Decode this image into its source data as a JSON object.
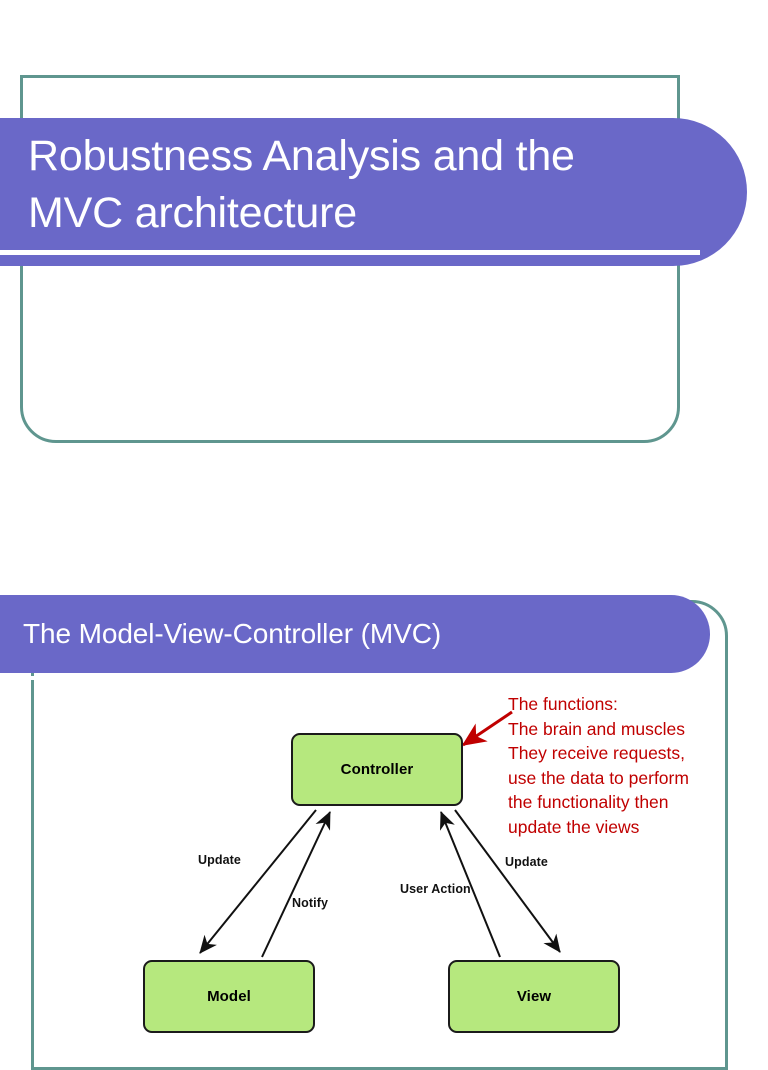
{
  "document": {
    "type": "presentation-slides",
    "background_color": "#ffffff"
  },
  "theme": {
    "banner_color": "#6a68c8",
    "frame_border_color": "#5f968f",
    "banner_text_color": "#ffffff",
    "box_fill_color": "#b6e87e",
    "box_border_color": "#1b1b1b",
    "annotation_color": "#c00000",
    "arrow_color": "#111111"
  },
  "slide1": {
    "title": "Robustness Analysis and the\nMVC architecture",
    "body": ""
  },
  "slide2": {
    "title": "The Model-View-Controller (MVC)",
    "annotation": "The functions:\nThe brain and muscles\nThey receive requests,\nuse the data to perform\nthe functionality then\nupdate the views",
    "diagram": {
      "type": "mvc-flow",
      "boxes": [
        {
          "id": "controller",
          "label": "Controller"
        },
        {
          "id": "model",
          "label": "Model"
        },
        {
          "id": "view",
          "label": "View"
        }
      ],
      "arrows": [
        {
          "id": "update-left",
          "label": "Update",
          "from": "controller",
          "to": "model"
        },
        {
          "id": "notify",
          "label": "Notify",
          "from": "model",
          "to": "controller"
        },
        {
          "id": "user-action",
          "label": "User Action",
          "from": "view",
          "to": "controller"
        },
        {
          "id": "update-right",
          "label": "Update",
          "from": "controller",
          "to": "view"
        }
      ]
    }
  }
}
